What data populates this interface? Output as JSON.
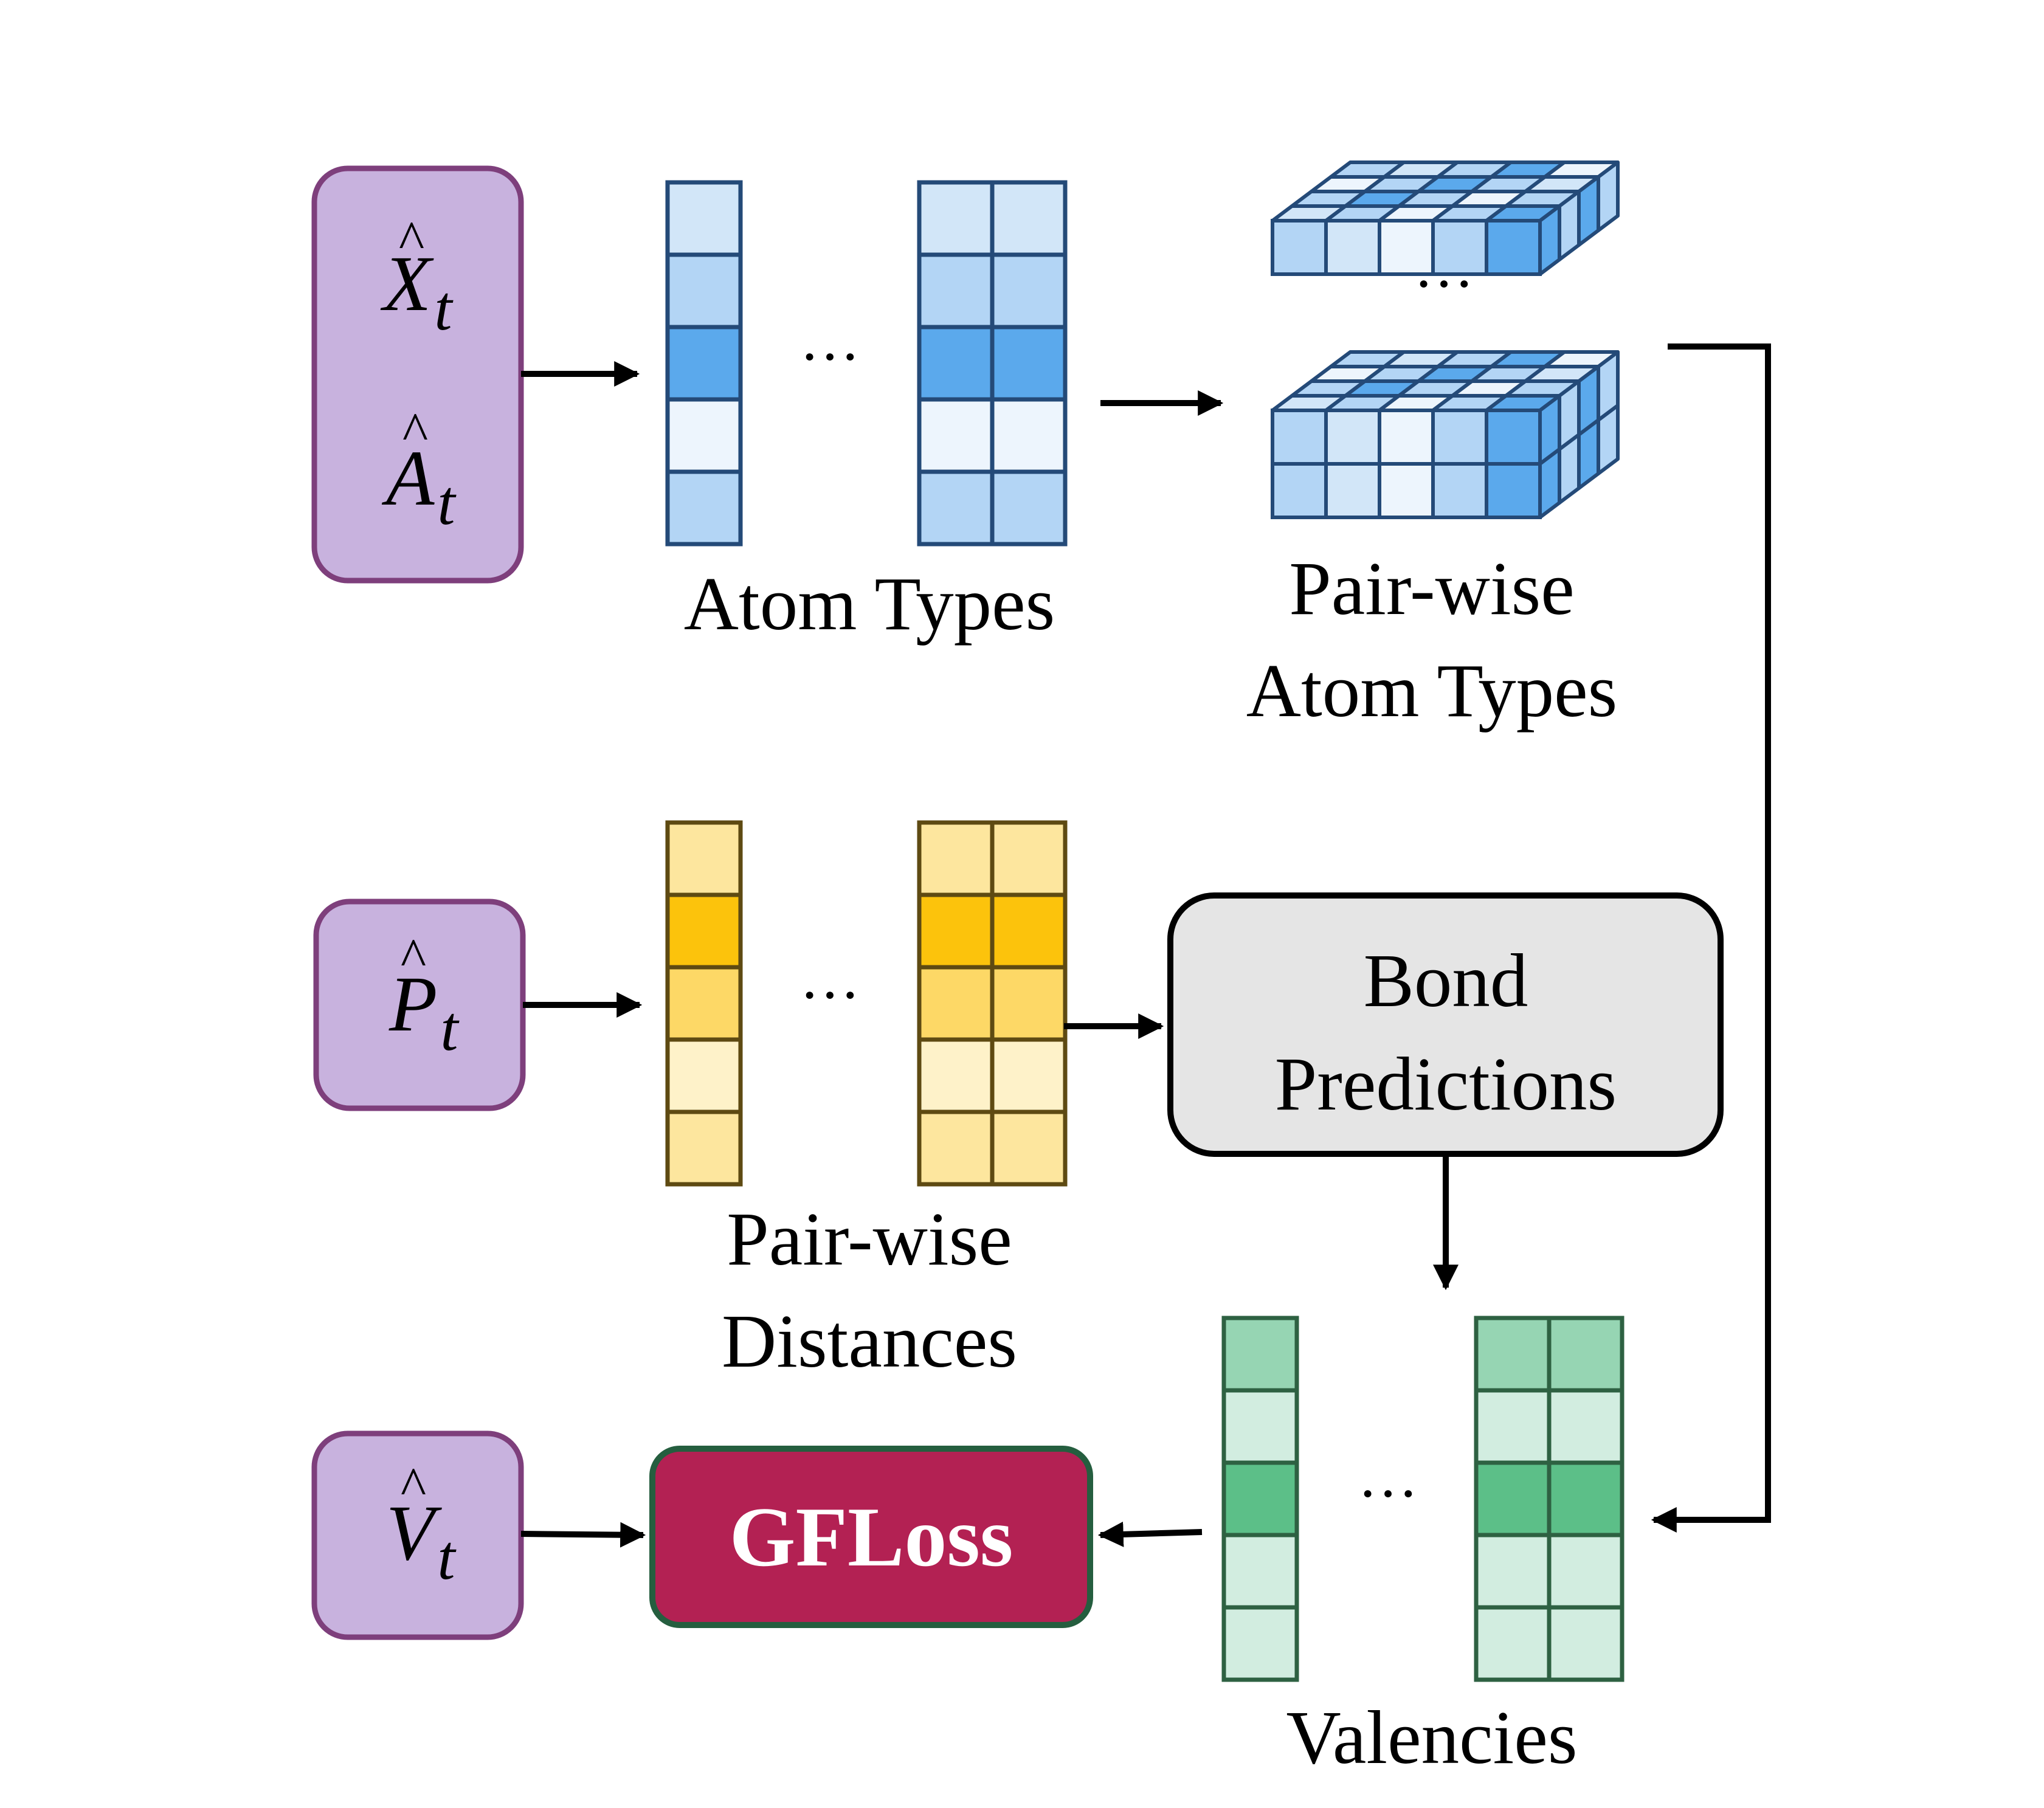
{
  "inputs": {
    "x_hat_t": {
      "symbol": "X",
      "sub": "t",
      "accent": "^"
    },
    "a_hat_t": {
      "symbol": "A",
      "sub": "t",
      "accent": "^"
    },
    "p_hat_t": {
      "symbol": "P",
      "sub": "t",
      "accent": "^"
    },
    "v_hat_t": {
      "symbol": "V",
      "sub": "t",
      "accent": "^"
    }
  },
  "labels": {
    "atom_types": "Atom Types",
    "pairwise_atom_types_1": "Pair-wise",
    "pairwise_atom_types_2": "Atom Types",
    "pairwise_distances_1": "Pair-wise",
    "pairwise_distances_2": "Distances",
    "valencies": "Valencies",
    "ellipsis": "···"
  },
  "boxes": {
    "bond_predictions_1": "Bond",
    "bond_predictions_2": "Predictions",
    "gfloss": "GFLoss"
  },
  "colors": {
    "input_fill": "#c8b2de",
    "input_stroke": "#7e3f7c",
    "blue": [
      "#d2e6f8",
      "#b3d5f5",
      "#5ba9ec",
      "#edf5fd",
      "#b3d5f5"
    ],
    "blue_stroke": "#244a78",
    "yellow": [
      "#fde69e",
      "#fcc30c",
      "#fdd866",
      "#fef2c9",
      "#fde69e"
    ],
    "yellow_stroke": "#5e4a12",
    "green": [
      "#96d5b3",
      "#d2ede0",
      "#5cbf88",
      "#d2ede0",
      "#d2ede0"
    ],
    "green_stroke": "#2e6142",
    "bond_fill": "#e5e5e5",
    "gfloss_fill": "#b32153",
    "gfloss_stroke": "#255e3f"
  }
}
